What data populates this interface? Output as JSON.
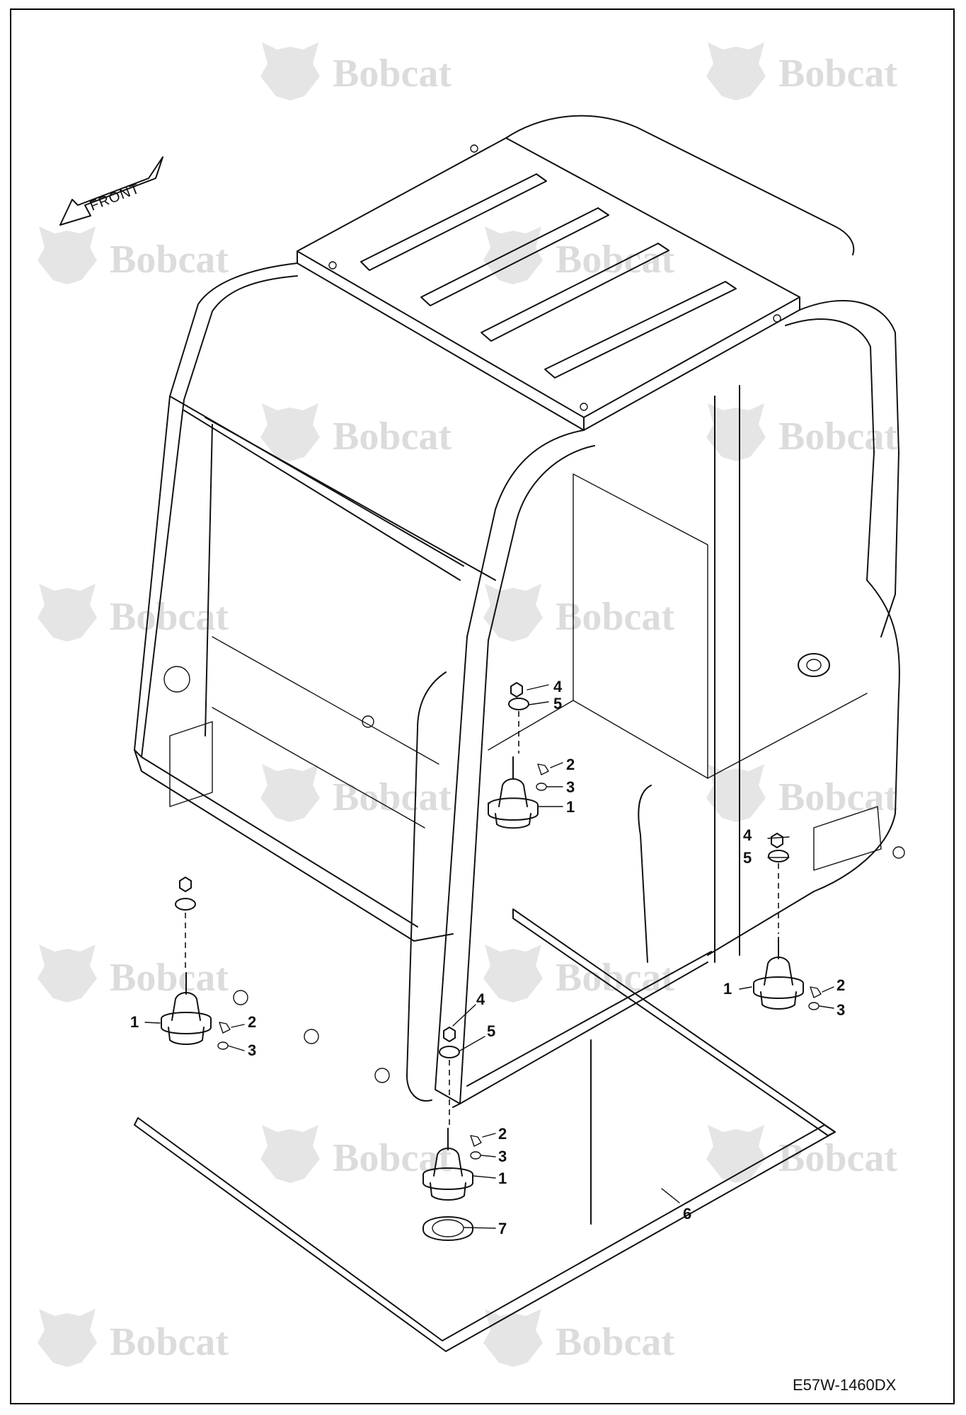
{
  "figure": {
    "id": "E57W-1460DX",
    "front_label": "FRONT",
    "watermark_text": "Bobcat",
    "watermark_logo": "bobcat-logo-icon"
  },
  "callouts": [
    {
      "id": "c4-rear",
      "label": "4"
    },
    {
      "id": "c5-rear",
      "label": "5"
    },
    {
      "id": "c2-rear",
      "label": "2"
    },
    {
      "id": "c3-rear",
      "label": "3"
    },
    {
      "id": "c1-rear",
      "label": "1"
    },
    {
      "id": "c4-right",
      "label": "4"
    },
    {
      "id": "c5-right",
      "label": "5"
    },
    {
      "id": "c1-right",
      "label": "1"
    },
    {
      "id": "c2-right",
      "label": "2"
    },
    {
      "id": "c3-right",
      "label": "3"
    },
    {
      "id": "c1-left",
      "label": "1"
    },
    {
      "id": "c2-left",
      "label": "2"
    },
    {
      "id": "c3-left",
      "label": "3"
    },
    {
      "id": "c4-front",
      "label": "4"
    },
    {
      "id": "c5-front",
      "label": "5"
    },
    {
      "id": "c2-front",
      "label": "2"
    },
    {
      "id": "c3-front",
      "label": "3"
    },
    {
      "id": "c1-front",
      "label": "1"
    },
    {
      "id": "c7-front",
      "label": "7"
    },
    {
      "id": "c6",
      "label": "6"
    }
  ]
}
